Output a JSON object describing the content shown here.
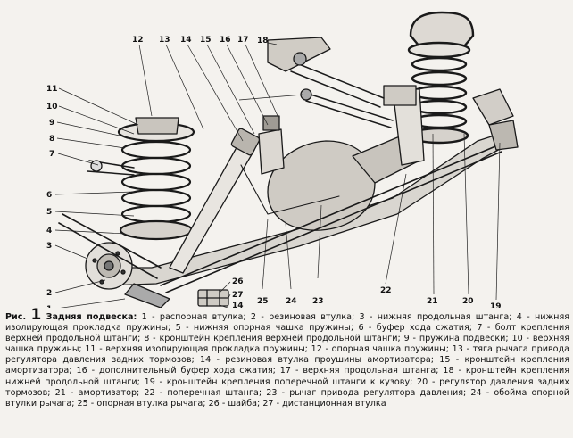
{
  "figure": {
    "prefix": "Рис.",
    "number": "1",
    "title": "Задняя подвеска:",
    "legend": "1 - распорная втулка; 2 - резиновая втулка; 3 - нижняя продольная штанга; 4 - нижняя изолирующая прокладка пружины; 5 - нижняя опорная чашка пружины; 6 - буфер хода сжатия; 7 - болт крепления верхней продольной штанги; 8 - кронштейн крепления верхней продольной штанги; 9 - пружина подвески; 10 - верхняя чашка пружины; 11 - верхняя изолирующая прокладка пружины; 12 - опорная чашка пружины; 13 - тяга рычага привода регулятора давления задних тормозов; 14 - резиновая втулка проушины амортизатора; 15 - кронштейн крепления амортизатора; 16 - дополнительный буфер хода сжатия; 17 - верхняя продольная штанга; 18 - кронштейн крепления нижней продольной штанги; 19 - кронштейн крепления поперечной штанги к кузову; 20 - регулятор давления задних тормозов; 21 - амортизатор; 22 - поперечная штанга; 23 - рычаг привода регулятора давления; 24 - обойма опорной втулки рычага; 25 - опорная втулка рычага; 26 - шайба; 27 - дистанционная втулка"
  },
  "labels": {
    "n1": "1",
    "n2": "2",
    "n3": "3",
    "n4": "4",
    "n5": "5",
    "n6": "6",
    "n7": "7",
    "n8": "8",
    "n9": "9",
    "n10": "10",
    "n11": "11",
    "n12": "12",
    "n13": "13",
    "n14": "14",
    "n15": "15",
    "n16": "16",
    "n17": "17",
    "n18": "18",
    "n19": "19",
    "n20": "20",
    "n21": "21",
    "n22": "22",
    "n23": "23",
    "n24": "24",
    "n25": "25",
    "n26": "26",
    "n27": "27",
    "n14b": "14"
  }
}
